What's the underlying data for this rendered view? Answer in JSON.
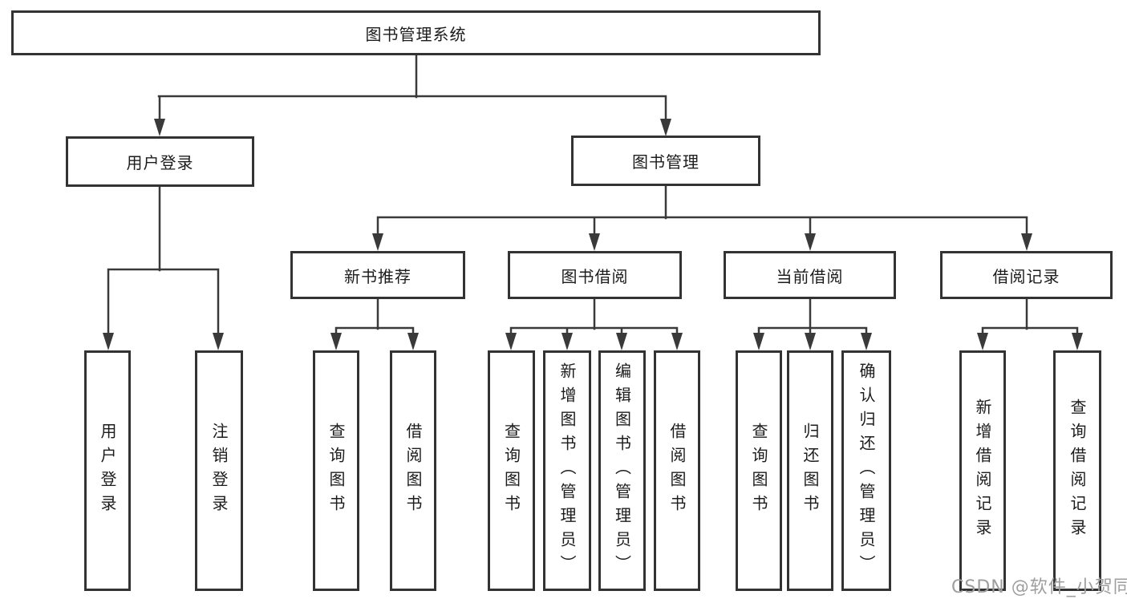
{
  "diagram": {
    "root": "图书管理系统",
    "branches": [
      {
        "label": "用户登录",
        "children": [
          "用户登录",
          "注销登录"
        ]
      },
      {
        "label": "图书管理",
        "sections": [
          {
            "label": "新书推荐",
            "children": [
              "查询图书",
              "借阅图书"
            ]
          },
          {
            "label": "图书借阅",
            "children": [
              "查询图书",
              "新增图书（管理员）",
              "编辑图书（管理员）",
              "借阅图书"
            ]
          },
          {
            "label": "当前借阅",
            "children": [
              "查询图书",
              "归还图书",
              "确认归还（管理员）"
            ]
          },
          {
            "label": "借阅记录",
            "children": [
              "新增借阅记录",
              "查询借阅记录"
            ]
          }
        ]
      }
    ],
    "colors": {
      "line": "#3a3a3a",
      "box_border": "#333333",
      "box_fill": "#ffffff",
      "text": "#1c1c1c",
      "background": "#ffffff",
      "watermark": "#9e9e9e"
    }
  },
  "watermark": {
    "text": "CSDN @软件_小贺同学"
  }
}
